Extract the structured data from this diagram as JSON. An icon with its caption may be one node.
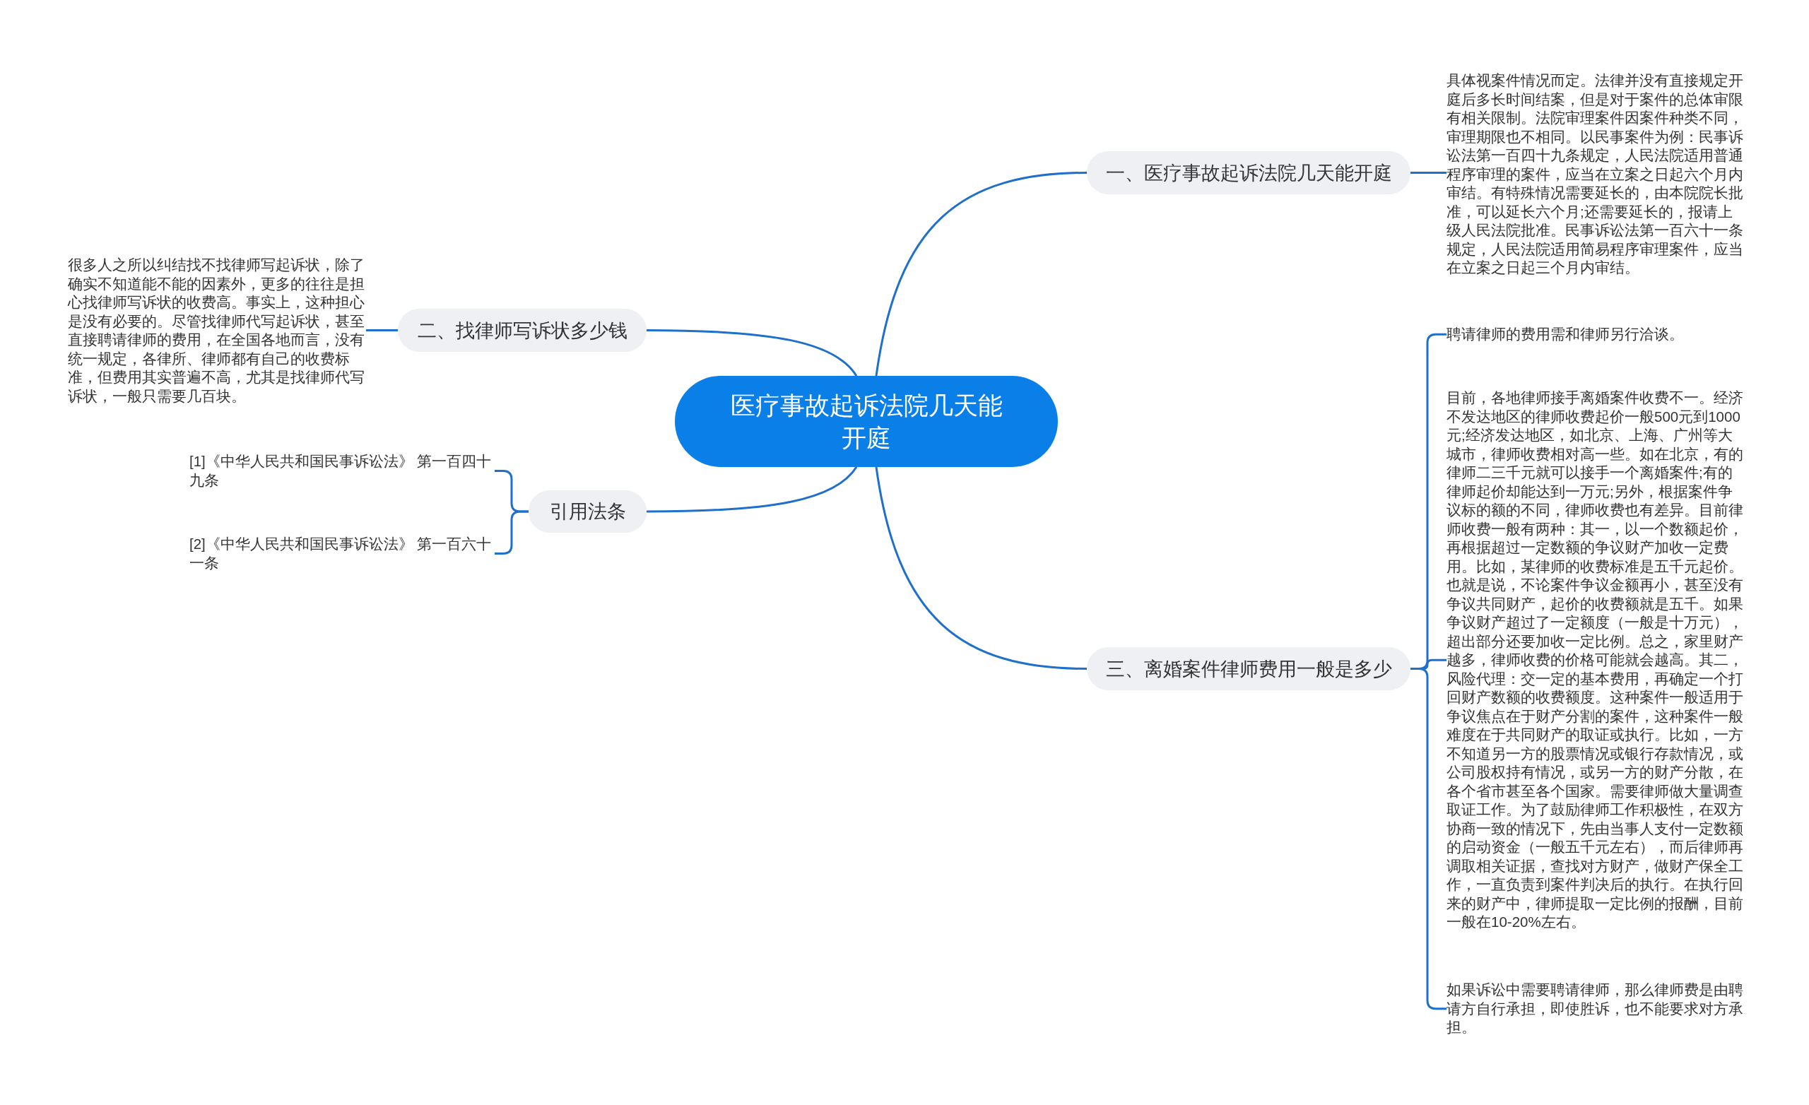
{
  "diagram": {
    "nodes": [
      {
        "text": [
          "医疗事故起诉法院几天能开庭"
        ]
      },
      {
        "text": [
          "一、医疗事故起诉法院几天能开庭"
        ]
      },
      {
        "text": [
          "具体视案件情况而定。法律并没有直接规定开庭后多长时间结案，但是对于案件的总体审限有相关限制。法院审理案件因案件种类不同，审理期限也不相同。以民事案件为例：民事诉讼法第一百四十九条规定，人民法院适用普通程序审理的案件，应当在立案之日起六个月内审结。有特殊情况需要延长的，由本院院长批准，可以延长六个月;还需要延长的，报请上级人民法院批准。民事诉讼法第一百六十一条规定，人民法院适用简易程序审理案件，应当在立案之日起三个月内审结。"
        ]
      },
      {
        "text": [
          "二、找律师写诉状多少钱"
        ]
      },
      {
        "text": [
          "很多人之所以纠结找不找律师写起诉状，除了确实不知道能不能的因素外，更多的往往是担心找律师写诉状的收费高。事实上，这种担心是没有必要的。尽管找律师代写起诉状，甚至直接聘请律师的费用，在全国各地而言，没有统一规定，各律所、律师都有自己的收费标准，但费用其实普遍不高，尤其是找律师代写诉状，一般只需要几百块。"
        ]
      },
      {
        "text": [
          "三、离婚案件律师费用一般是多少"
        ]
      },
      {
        "text": [
          "聘请律师的费用需和律师另行洽谈。"
        ]
      },
      {
        "text": [
          "目前，各地律师接手离婚案件收费不一。经济不发达地区的律师收费起价一般500元到1000元;经济发达地区，如北京、上海、广州等大城市，律师收费相对高一些。如在北京，有的律师二三千元就可以接手一个离婚案件;有的律师起价却能达到一万元;另外，根据案件争议标的额的不同，律师收费也有差异。目前律师收费一般有两种：其一，以一个数额起价，再根据超过一定数额的争议财产加收一定费用。比如，某律师的收费标准是五千元起价。也就是说，不论案件争议金额再小，甚至没有争议共同财产，起价的收费额就是五千。如果争议财产超过了一定额度（一般是十万元），超出部分还要加收一定比例。总之，家里财产越多，律师收费的价格可能就会越高。其二，风险代理：交一定的基本费用，再确定一个打回财产数额的收费额度。这种案件一般适用于争议焦点在于财产分割的案件，这种案件一般难度在于共同财产的取证或执行。比如，一方不知道另一方的股票情况或银行存款情况，或公司股权持有情况，或另一方的财产分散，在各个省市甚至各个国家。需要律师做大量调查取证工作。为了鼓励律师工作积极性，在双方协商一致的情况下，先由当事人支付一定数额的启动资金（一般五千元左右），而后律师再调取相关证据，查找对方财产，做财产保全工作，一直负责到案件判决后的执行。在执行回来的财产中，律师提取一定比例的报酬，目前一般在10-20%左右。"
        ]
      },
      {
        "text": [
          "如果诉讼中需要聘请律师，那么律师费是由聘请方自行承担，即使胜诉，也不能要求对方承担。"
        ]
      },
      {
        "text": [
          "引用法条"
        ]
      },
      {
        "text": [
          "[1]《中华人民共和国民事诉讼法》 第一百四十九条"
        ]
      },
      {
        "text": [
          "[2]《中华人民共和国民事诉讼法》 第一百六十一条"
        ]
      }
    ],
    "edges": [
      {
        "from": 0,
        "to": 1,
        "arrow": "none"
      },
      {
        "from": 1,
        "to": 2,
        "arrow": "none"
      },
      {
        "from": 0,
        "to": 3,
        "arrow": "none"
      },
      {
        "from": 3,
        "to": 4,
        "arrow": "none"
      },
      {
        "from": 0,
        "to": 5,
        "arrow": "none"
      },
      {
        "from": 5,
        "to": 6,
        "arrow": "none"
      },
      {
        "from": 5,
        "to": 7,
        "arrow": "none"
      },
      {
        "from": 5,
        "to": 8,
        "arrow": "none"
      },
      {
        "from": 0,
        "to": 9,
        "arrow": "none"
      },
      {
        "from": 9,
        "to": 10,
        "arrow": "none"
      },
      {
        "from": 9,
        "to": 11,
        "arrow": "none"
      }
    ]
  }
}
